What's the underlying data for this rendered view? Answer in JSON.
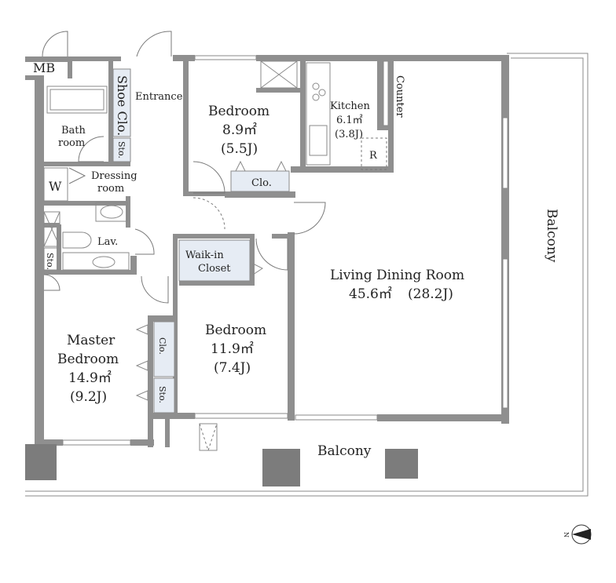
{
  "rooms": {
    "mb": "MB",
    "shoe_closet": "Shoe Clo.",
    "entrance": "Entrance",
    "bath_line1": "Bath",
    "bath_line2": "room",
    "sto_bath": "Sto.",
    "washer": "W",
    "dressing_line1": "Dressing",
    "dressing_line2": "room",
    "lavatory": "Lav.",
    "sto_lav": "Sto.",
    "bedroom1": {
      "name": "Bedroom",
      "area": "8.9㎡",
      "jo": "(5.5J)"
    },
    "bedroom1_closet": "Clo.",
    "kitchen": {
      "name": "Kitchen",
      "area": "6.1㎡",
      "jo": "(3.8J)"
    },
    "refrigerator": "R",
    "counter": "Counter",
    "walkin_line1": "Waik-in",
    "walkin_line2": "Closet",
    "living": {
      "name": "Living Dining Room",
      "area": "45.6㎡",
      "jo": "(28.2J)"
    },
    "bedroom2": {
      "name": "Bedroom",
      "area": "11.9㎡",
      "jo": "(7.4J)"
    },
    "master": {
      "name_line1": "Master",
      "name_line2": "Bedroom",
      "area": "14.9㎡",
      "jo": "(9.2J)"
    },
    "master_closet": "Clo.",
    "master_sto": "Sto.",
    "balcony_east": "Balcony",
    "balcony_south": "Balcony"
  },
  "compass": {
    "label": "N"
  },
  "colors": {
    "wall": "#8f8f8f",
    "storage": "#e6ecf4",
    "column": "#7c7c7c"
  }
}
